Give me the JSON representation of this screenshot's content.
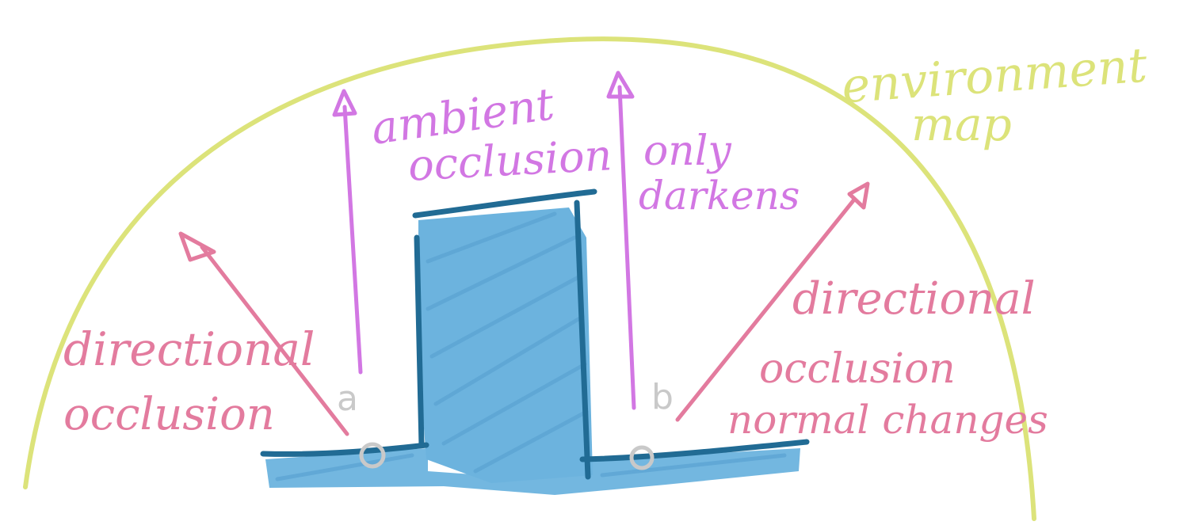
{
  "colors": {
    "environment": "#dce37a",
    "ambient": "#d277e3",
    "directional": "#e37b9e",
    "surface_fill": "#6cb3de",
    "surface_outline": "#216b94",
    "point_marker": "#c9c9c9"
  },
  "labels": {
    "environment_line1": "environment",
    "environment_line2": "map",
    "ambient_line1": "ambient",
    "ambient_line2": "occlusion",
    "darkens_line1": "only",
    "darkens_line2": "darkens",
    "left_line1": "directional",
    "left_line2": "occlusion",
    "right_line1": "directional",
    "right_line2": "occlusion",
    "right_line3": "normal changes",
    "point_a": "a",
    "point_b": "b"
  }
}
